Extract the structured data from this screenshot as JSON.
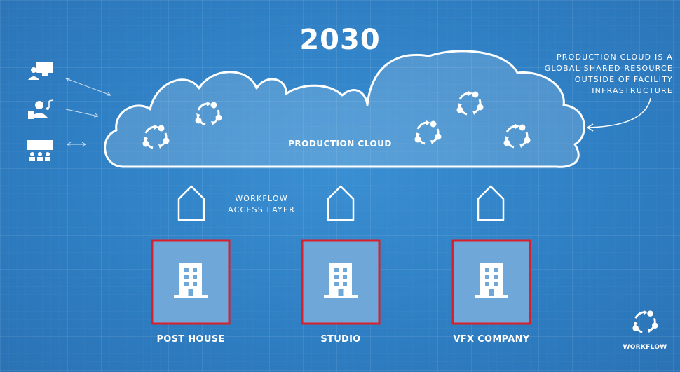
{
  "title": "2030",
  "cloud": {
    "label": "PRODUCTION CLOUD"
  },
  "workflow_access_layer": {
    "line1": "WORKFLOW",
    "line2": "ACCESS LAYER"
  },
  "annotation": {
    "lines": [
      "PRODUCTION CLOUD IS A",
      "GLOBAL SHARED RESOURCE",
      "OUTSIDE OF FACILITY",
      "INFRASTRUCTURE"
    ]
  },
  "users": [
    {
      "icon": "computer-user-icon"
    },
    {
      "icon": "presenter-music-icon"
    },
    {
      "icon": "audience-screen-icon"
    }
  ],
  "cloud_workflow_icons": [
    "workflow-cycle-icon",
    "workflow-cycle-icon",
    "workflow-cycle-icon",
    "workflow-cycle-icon",
    "workflow-cycle-icon",
    "workflow-cycle-icon"
  ],
  "facilities": [
    {
      "name": "POST HOUSE",
      "icon": "building-icon"
    },
    {
      "name": "STUDIO",
      "icon": "building-icon"
    },
    {
      "name": "VFX COMPANY",
      "icon": "building-icon"
    }
  ],
  "footer": {
    "logo_label": "WORKFLOW",
    "logo_icon": "workflow-cycle-icon"
  },
  "colors": {
    "background": "#2f7fc4",
    "line": "#ffffff",
    "facility_border": "#d9202a",
    "facility_fill": "#6fa7d9"
  }
}
